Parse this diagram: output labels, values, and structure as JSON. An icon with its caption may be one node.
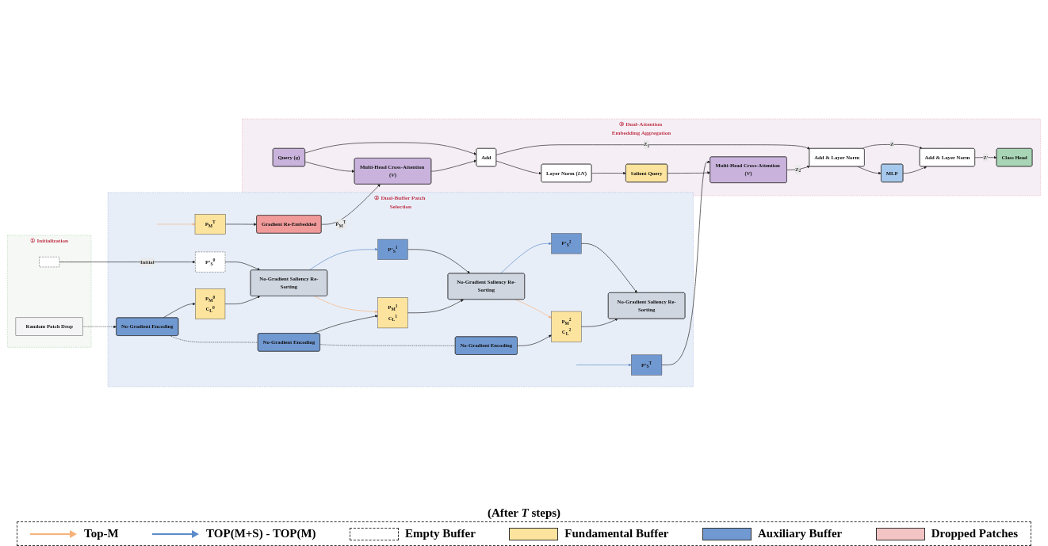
{
  "diagram": {
    "nodes": [
      {
        "text": [
          "① Initialization"
        ]
      },
      {
        "text": [],
        "shape": "box",
        "in": 0
      },
      {
        "text": [
          "Random Patch Drop"
        ],
        "in": 0
      },
      {
        "text": [
          "② Dual-Buffer Patch Selection"
        ]
      },
      {
        "text": [
          "P’$_{S}$$^{0}$"
        ],
        "in": 3
      },
      {
        "text": [
          "No-Gradient Saliency Re-Sorting"
        ],
        "in": 3
      },
      {
        "text": [
          "P$_{M}$$^{0}$",
          "C$_{L}$$^{0}$"
        ],
        "in": 3
      },
      {
        "text": [
          "No-Gradient Encoding"
        ],
        "in": 3
      },
      {
        "text": [
          "P’$_{S}$$^{1}$"
        ],
        "in": 3
      },
      {
        "text": [
          "No-Gradient Saliency Re-Sorting"
        ],
        "in": 3
      },
      {
        "text": [
          "P$_{M}$$^{1}$",
          "C$_{L}$$^{1}$"
        ],
        "in": 3
      },
      {
        "text": [
          "No-Gradient Encoding"
        ],
        "in": 3
      },
      {
        "text": [
          "P’$_{S}$$^{2}$"
        ],
        "in": 3
      },
      {
        "text": [
          "No-Gradient Saliency Re-Sorting"
        ],
        "in": 3
      },
      {
        "text": [
          "P$_{M}$$^{2}$",
          "C$_{L}$$^{2}$"
        ],
        "in": 3
      },
      {
        "text": [
          "No-Gradient Encoding"
        ],
        "in": 3
      },
      {
        "text": [
          "P’$_{S}$$^{T}$"
        ],
        "in": 3
      },
      {
        "text": [
          "P$_{M}$$^{T}$"
        ],
        "in": 3
      },
      {
        "text": [
          "Gradient Re-Embedded"
        ],
        "in": 3
      },
      {
        "text": [
          "③ Dual-Attention Embedding Aggregation"
        ]
      },
      {
        "text": [
          "Class Head"
        ],
        "in": 19
      },
      {
        "text": [
          "Add & Layer Norm"
        ],
        "in": 19
      },
      {
        "text": [
          "MLP"
        ],
        "in": 19
      },
      {
        "text": [
          "Add & Layer Norm"
        ],
        "in": 19
      },
      {
        "text": [
          "Multi-Head Cross-Attention (*V*)"
        ],
        "in": 19
      },
      {
        "text": [
          "Salient Query"
        ],
        "in": 19
      },
      {
        "text": [
          "Layer Norm (*LN*)"
        ],
        "in": 19
      },
      {
        "text": [
          "Add"
        ],
        "in": 19
      },
      {
        "text": [
          "Multi-Head Cross-Attention (*V*)"
        ],
        "in": 19
      },
      {
        "text": [
          "Query (*q*)"
        ],
        "in": 19
      }
    ],
    "edges": [
      {
        "from": 1,
        "to": 4,
        "arrow": "to",
        "label": "Initial"
      },
      {
        "from": 4,
        "to": 5,
        "arrow": "to"
      },
      {
        "from": 6,
        "to": 5,
        "arrow": "to"
      },
      {
        "from": 5,
        "to": 8,
        "arrow": "to",
        "color": "#5b8bc9"
      },
      {
        "from": 5,
        "to": 10,
        "arrow": "to",
        "color": "#f6b27a"
      },
      {
        "from": 2,
        "to": 7,
        "arrow": "to",
        "style": "dashed"
      },
      {
        "from": 7,
        "to": 6,
        "arrow": "to"
      },
      {
        "from": 7,
        "to": 11,
        "arrow": "none",
        "style": "dashed"
      },
      {
        "from": 8,
        "to": 9,
        "arrow": "to"
      },
      {
        "from": 10,
        "to": 9,
        "arrow": "to"
      },
      {
        "from": 9,
        "to": 12,
        "arrow": "to",
        "color": "#5b8bc9"
      },
      {
        "from": 9,
        "to": 14,
        "arrow": "to",
        "color": "#f6b27a"
      },
      {
        "from": 11,
        "to": 10,
        "arrow": "to"
      },
      {
        "from": 11,
        "to": 15,
        "arrow": "none",
        "style": "dashed"
      },
      {
        "from": 12,
        "to": 13,
        "arrow": "to"
      },
      {
        "from": 14,
        "to": 13,
        "arrow": "to"
      },
      {
        "from": 15,
        "to": 14,
        "arrow": "to"
      },
      {
        "from": null,
        "to": 16,
        "arrow": "to",
        "color": "#5b8bc9"
      },
      {
        "from": null,
        "to": 17,
        "arrow": "to",
        "color": "#f6b27a"
      },
      {
        "from": 17,
        "to": 18,
        "arrow": "to"
      },
      {
        "from": 16,
        "to": 24,
        "arrow": "to"
      },
      {
        "from": 18,
        "to": 28,
        "arrow": "to",
        "label": "P̂$_{M}$$^{T}$"
      },
      {
        "from": 29,
        "to": 28,
        "arrow": "to"
      },
      {
        "from": 29,
        "to": 27,
        "arrow": "to"
      },
      {
        "from": 28,
        "to": 27,
        "arrow": "to"
      },
      {
        "from": 27,
        "to": 26,
        "arrow": "to"
      },
      {
        "from": 27,
        "to": 23,
        "arrow": "to",
        "label": "Z$_{1}$"
      },
      {
        "from": 26,
        "to": 25,
        "arrow": "to"
      },
      {
        "from": 25,
        "to": 24,
        "arrow": "to"
      },
      {
        "from": 24,
        "to": 23,
        "arrow": "to",
        "label": "Z$_{2}$"
      },
      {
        "from": 23,
        "to": 22,
        "arrow": "to"
      },
      {
        "from": 23,
        "to": 21,
        "arrow": "to",
        "label": "Z"
      },
      {
        "from": 22,
        "to": 21,
        "arrow": "to"
      },
      {
        "from": 21,
        "to": 20,
        "arrow": "to",
        "label": "Z′"
      }
    ],
    "labels": [
      "(After *T* steps)"
    ],
    "legend": [
      {
        "text": "Top-M"
      },
      {
        "text": "TOP(M+S) - TOP(M)"
      },
      {
        "text": "Empty Buffer"
      },
      {
        "text": "Fundamental Buffer",
        "color": "#fde49e"
      },
      {
        "text": "Auxiliary Buffer",
        "color": "#7199d1"
      },
      {
        "text": "Dropped Patches",
        "color": "#f2c4c4"
      }
    ]
  }
}
